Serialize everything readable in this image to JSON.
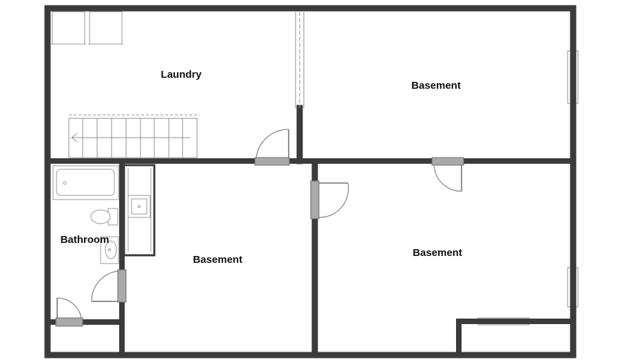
{
  "floorplan": {
    "rooms": [
      {
        "id": "laundry",
        "label": "Laundry"
      },
      {
        "id": "basement-top-right",
        "label": "Basement"
      },
      {
        "id": "bathroom",
        "label": "Bathroom"
      },
      {
        "id": "basement-bottom-middle",
        "label": "Basement"
      },
      {
        "id": "basement-bottom-right",
        "label": "Basement"
      }
    ],
    "colors": {
      "wall": "#3b3b3b",
      "door_leaf": "#a9a9a9",
      "fixture_stroke": "#8c8c8c",
      "background": "#ffffff"
    }
  }
}
